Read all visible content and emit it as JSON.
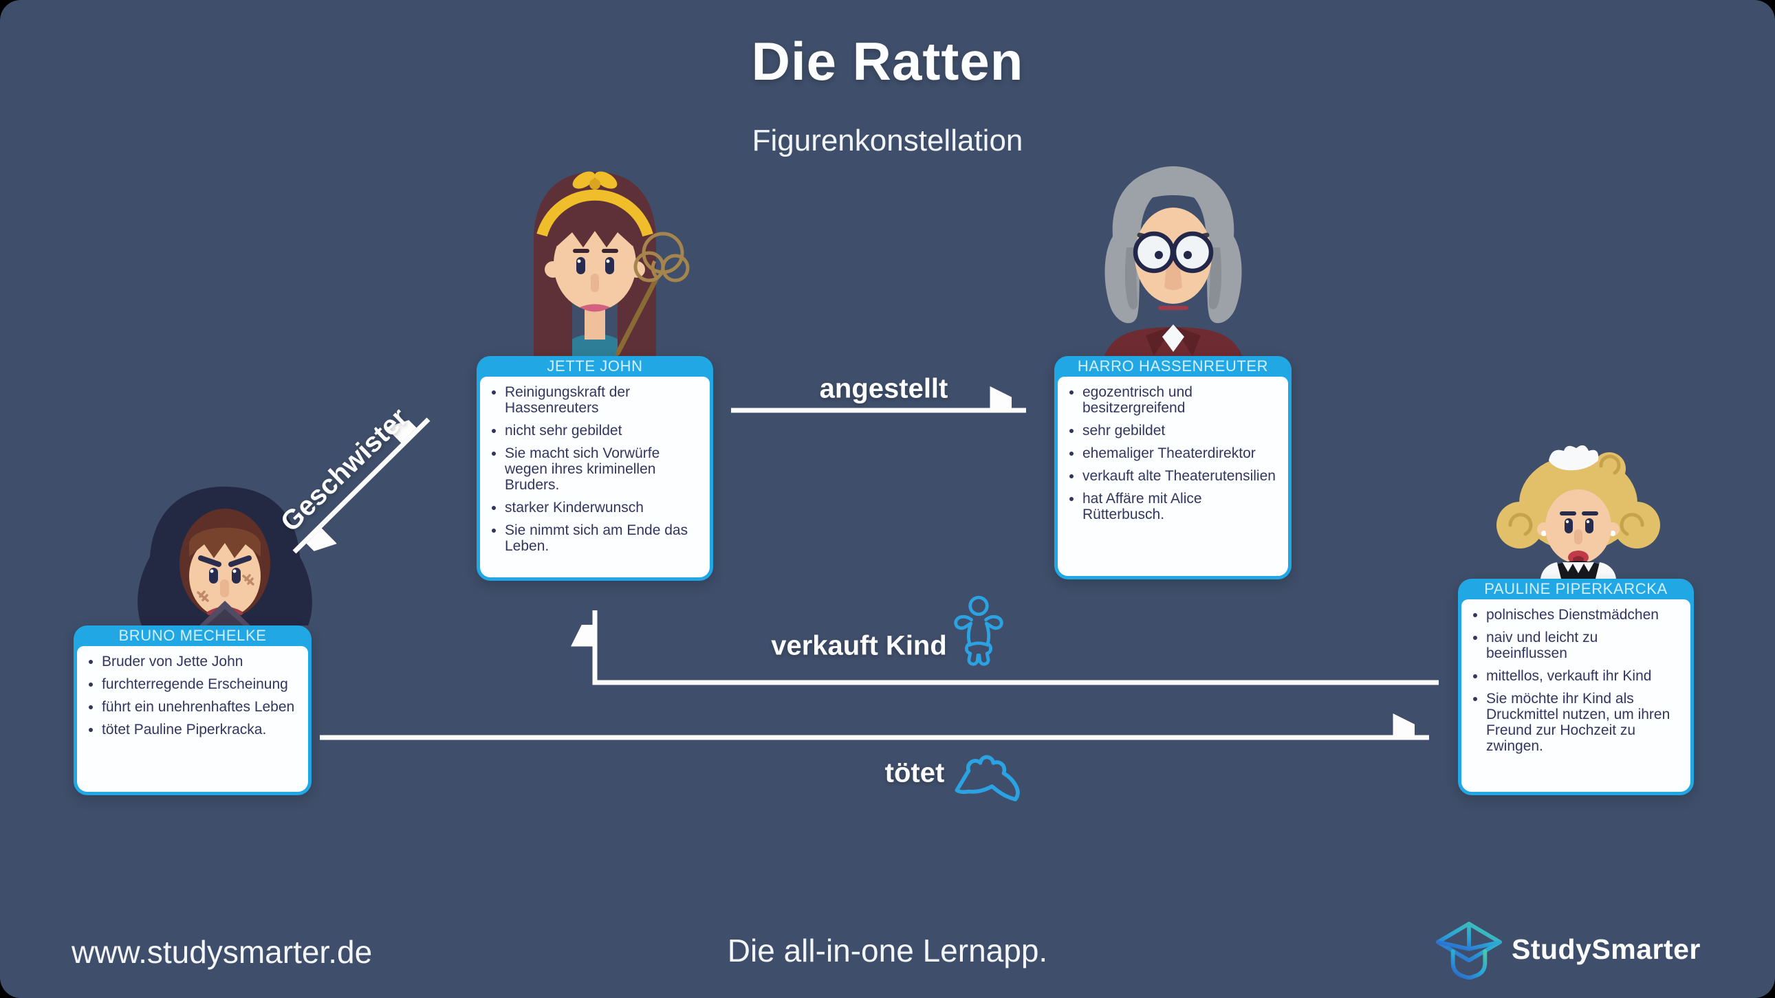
{
  "page": {
    "title": "Die Ratten",
    "subtitle": "Figurenkonstellation"
  },
  "colors": {
    "background": "#3F4E6A",
    "card_blue": "#22A7E5",
    "body_text": "#32355F",
    "icon_blue": "#2BA3E2",
    "white": "#FDFEFF",
    "logo_gradient_start": "#4AC8A8",
    "logo_gradient_end": "#2B6FD0"
  },
  "characters": [
    {
      "name": "JETTE JOHN",
      "avatar": "woman-with-yellow-headband-and-carpet-beater",
      "traits": [
        "Reinigungskraft der Hassenreuters",
        "nicht sehr gebildet",
        "Sie macht sich Vorwürfe wegen ihres kriminellen Bruders.",
        "starker Kinderwunsch",
        "Sie nimmt sich am Ende das Leben."
      ]
    },
    {
      "name": "HARRO HASSENREUTER",
      "avatar": "older-man-with-gray-hair-and-round-glasses",
      "traits": [
        "egozentrisch und besitzergreifend",
        "sehr gebildet",
        "ehemaliger Theaterdirektor",
        "verkauft alte Theaterutensilien",
        "hat Affäre mit Alice Rütterbusch."
      ]
    },
    {
      "name": "BRUNO MECHELKE",
      "avatar": "hooded-man-with-scars",
      "traits": [
        "Bruder von Jette John",
        "furchterregende Erscheinung",
        "führt ein unehrenhaftes Leben",
        "tötet Pauline Piperkracka."
      ]
    },
    {
      "name": "PAULINE PIPERKARCKA",
      "avatar": "blonde-maid-with-white-cap",
      "traits": [
        "polnisches Dienstmädchen",
        "naiv und leicht zu beeinflussen",
        "mittellos, verkauft ihr Kind",
        "Sie möchte ihr Kind als Druckmittel nutzen, um ihren Freund zur Hochzeit zu zwingen."
      ]
    }
  ],
  "relations": [
    {
      "label": "Geschwister",
      "from": "Bruno Mechelke",
      "to": "Jette John",
      "arrow": "double"
    },
    {
      "label": "angestellt",
      "from": "Jette John",
      "to": "Harro Hassenreuter",
      "arrow": "single"
    },
    {
      "label": "verkauft Kind",
      "from": "Pauline Piperkarcka",
      "to": "Jette John",
      "arrow": "single",
      "icon": "baby-icon"
    },
    {
      "label": "tötet",
      "from": "Bruno Mechelke",
      "to": "Pauline Piperkarcka",
      "arrow": "single",
      "icon": "knife-icon"
    }
  ],
  "footer": {
    "website": "www.studysmarter.de",
    "tagline": "Die all-in-one Lernapp.",
    "brand": "StudySmarter"
  }
}
